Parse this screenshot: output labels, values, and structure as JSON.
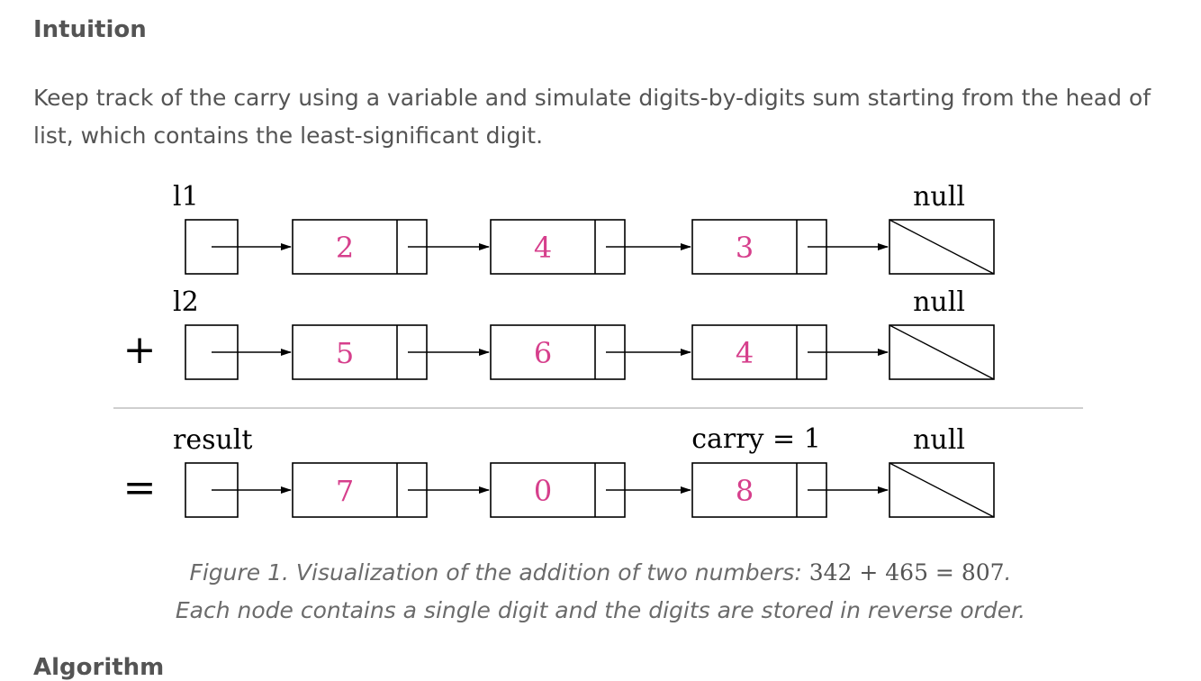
{
  "section": {
    "title": "Intuition",
    "paragraph": "Keep track of the carry using a variable and simulate digits-by-digits sum starting from the head of list, which contains the least-significant digit."
  },
  "diagram": {
    "digit_color": "#d63f8c",
    "lists": [
      {
        "label": "l1",
        "operator": "",
        "digits": [
          "2",
          "4",
          "3"
        ],
        "null_label": "null",
        "extra_label": ""
      },
      {
        "label": "l2",
        "operator": "+",
        "digits": [
          "5",
          "6",
          "4"
        ],
        "null_label": "null",
        "extra_label": ""
      },
      {
        "label": "result",
        "operator": "=",
        "digits": [
          "7",
          "0",
          "8"
        ],
        "null_label": "null",
        "extra_label": "carry = 1"
      }
    ]
  },
  "caption": {
    "line1_prefix": "Figure 1. Visualization of the addition of two numbers: ",
    "line1_math": "342 + 465 = 807",
    "line1_suffix": ".",
    "line2": "Each node contains a single digit and the digits are stored in reverse order."
  },
  "next_heading": "Algorithm"
}
